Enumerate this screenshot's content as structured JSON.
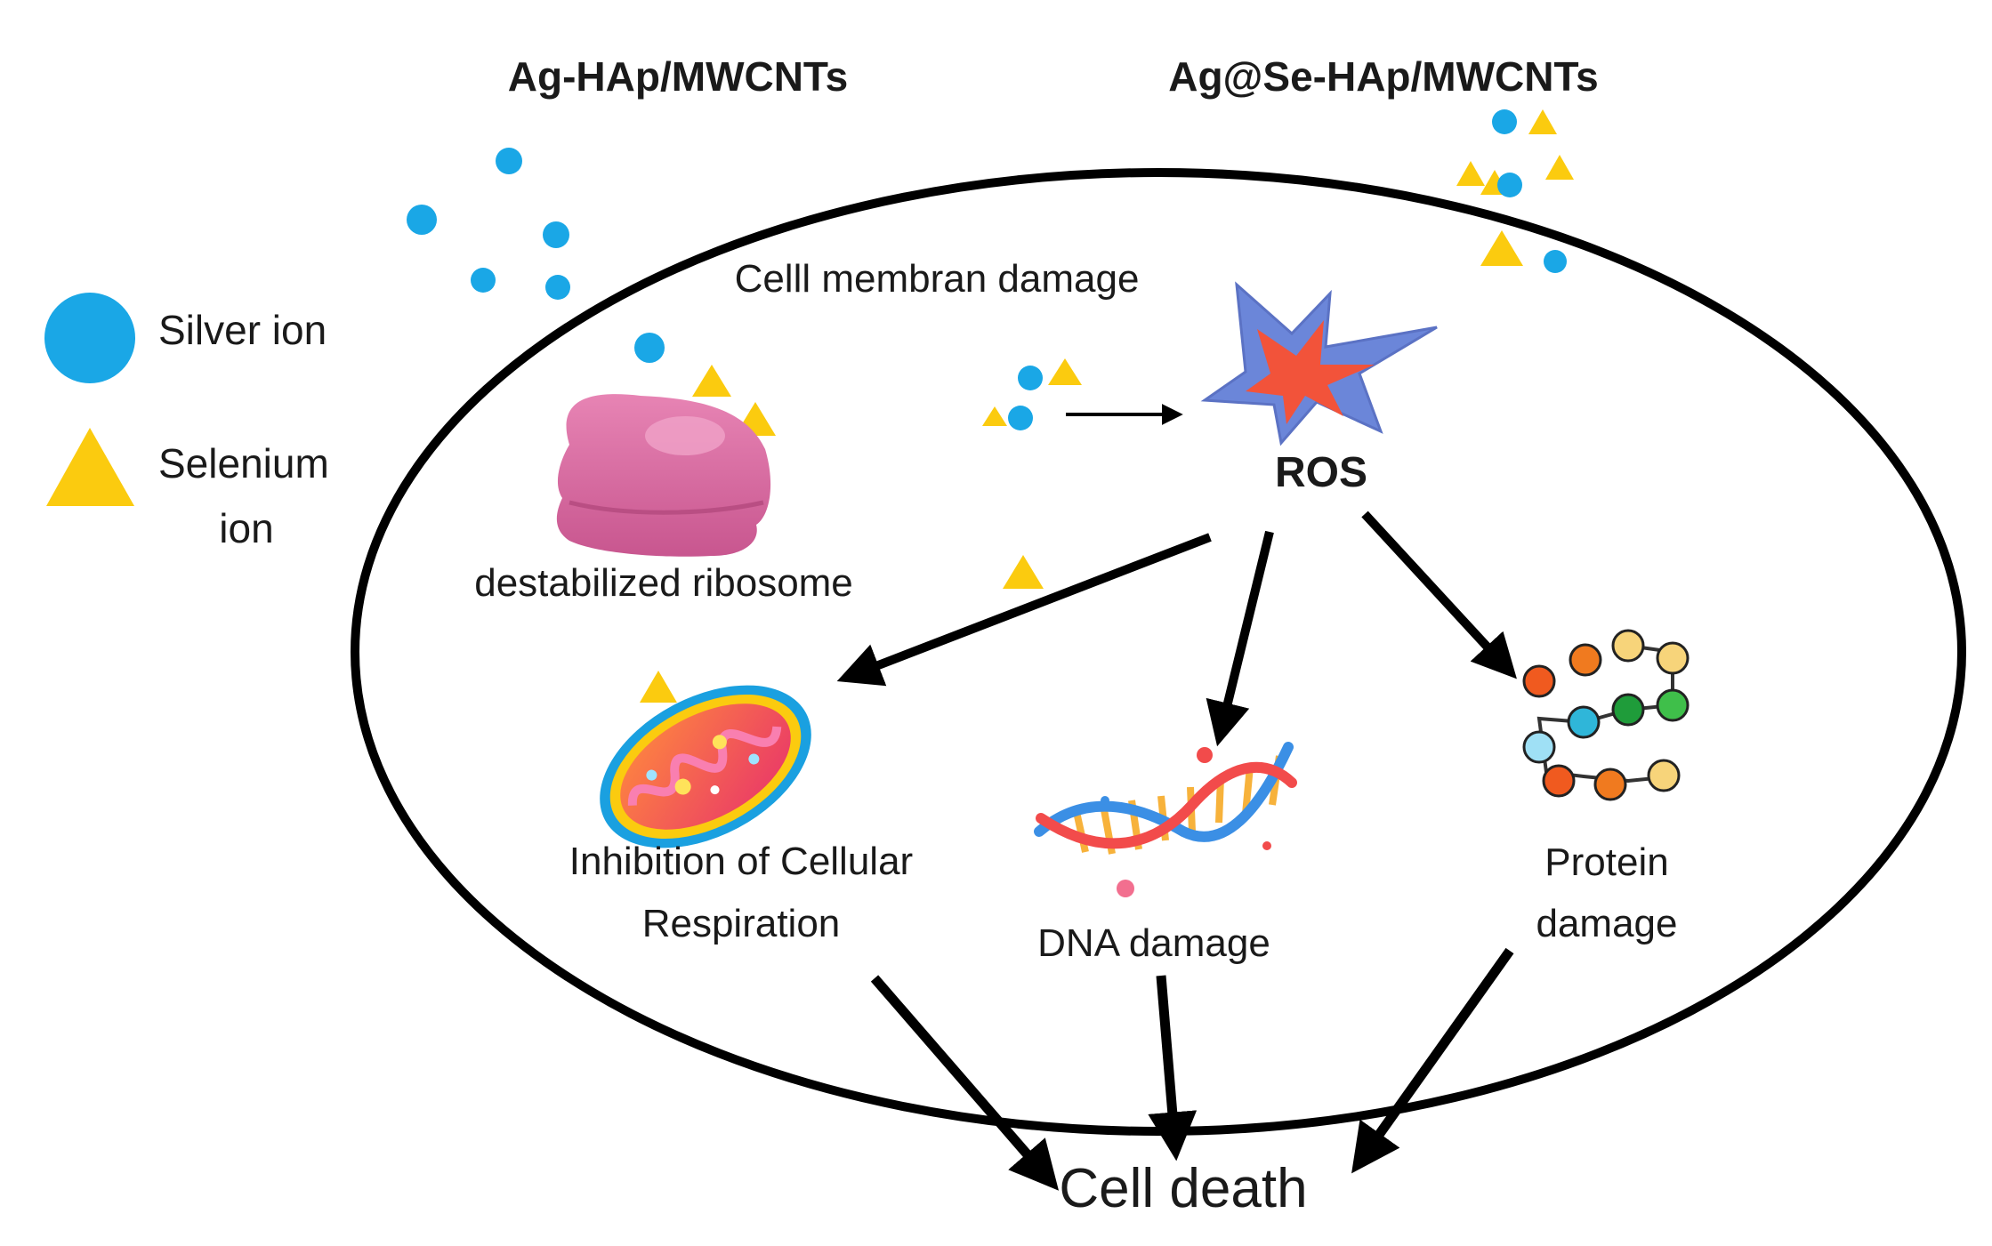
{
  "header": {
    "left_title": "Ag-HAp/MWCNTs",
    "right_title": "Ag@Se-HAp/MWCNTs"
  },
  "legend": {
    "silver": "Silver ion",
    "selenium_line1": "Selenium",
    "selenium_line2": "ion"
  },
  "cell": {
    "membrane_label": "Celll membran damage",
    "ribosome_label": "destabilized ribosome",
    "ros_label": "ROS",
    "mito_line1": "Inhibition of Cellular",
    "mito_line2": "Respiration",
    "dna_label": "DNA damage",
    "protein_line1": "Protein",
    "protein_line2": "damage"
  },
  "outcome": {
    "label": "Cell death"
  },
  "colors": {
    "silver_ion": "#1aa7e6",
    "selenium_ion": "#fbcb0f",
    "ros_outer": "#6b86d9",
    "ros_inner": "#f2533a",
    "ribosome": "#dc6fa3",
    "membrane": "#000000"
  }
}
